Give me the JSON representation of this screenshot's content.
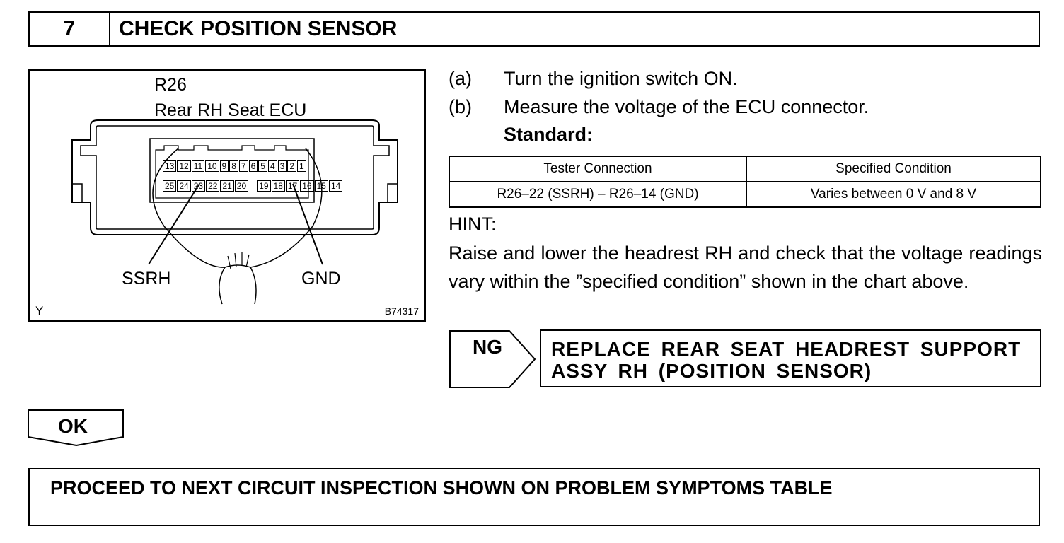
{
  "header": {
    "step_number": "7",
    "title": "CHECK POSITION SENSOR"
  },
  "figure": {
    "connector_id": "R26",
    "connector_name": "Rear RH Seat ECU",
    "top_row_pins": [
      "13",
      "12",
      "11",
      "10",
      "9",
      "8",
      "7",
      "6",
      "5",
      "4",
      "3",
      "2",
      "1"
    ],
    "bottom_row_pins": [
      "25",
      "24",
      "23",
      "22",
      "21",
      "20",
      "19",
      "18",
      "17",
      "16",
      "15",
      "14"
    ],
    "left_label": "SSRH",
    "right_label": "GND",
    "corner_label": "Y",
    "figure_code": "B74317"
  },
  "steps": [
    {
      "marker": "(a)",
      "text": "Turn the ignition switch ON."
    },
    {
      "marker": "(b)",
      "text": "Measure the voltage of the ECU connector."
    }
  ],
  "standard_label": "Standard:",
  "spec_table": {
    "headers": [
      "Tester Connection",
      "Specified Condition"
    ],
    "rows": [
      [
        "R26–22 (SSRH) – R26–14 (GND)",
        "Varies between 0 V and 8 V"
      ]
    ]
  },
  "hint": {
    "label": "HINT:",
    "text": "Raise and lower the headrest RH and check that the voltage readings vary within the ”specified condition” shown in the chart above."
  },
  "ng_result": {
    "tag": "NG",
    "line1": "REPLACE REAR SEAT HEADREST SUPPORT",
    "line2": "ASSY RH (POSITION SENSOR)"
  },
  "ok_result": {
    "tag": "OK",
    "action": "PROCEED TO NEXT CIRCUIT INSPECTION SHOWN ON PROBLEM SYMPTOMS TABLE"
  }
}
